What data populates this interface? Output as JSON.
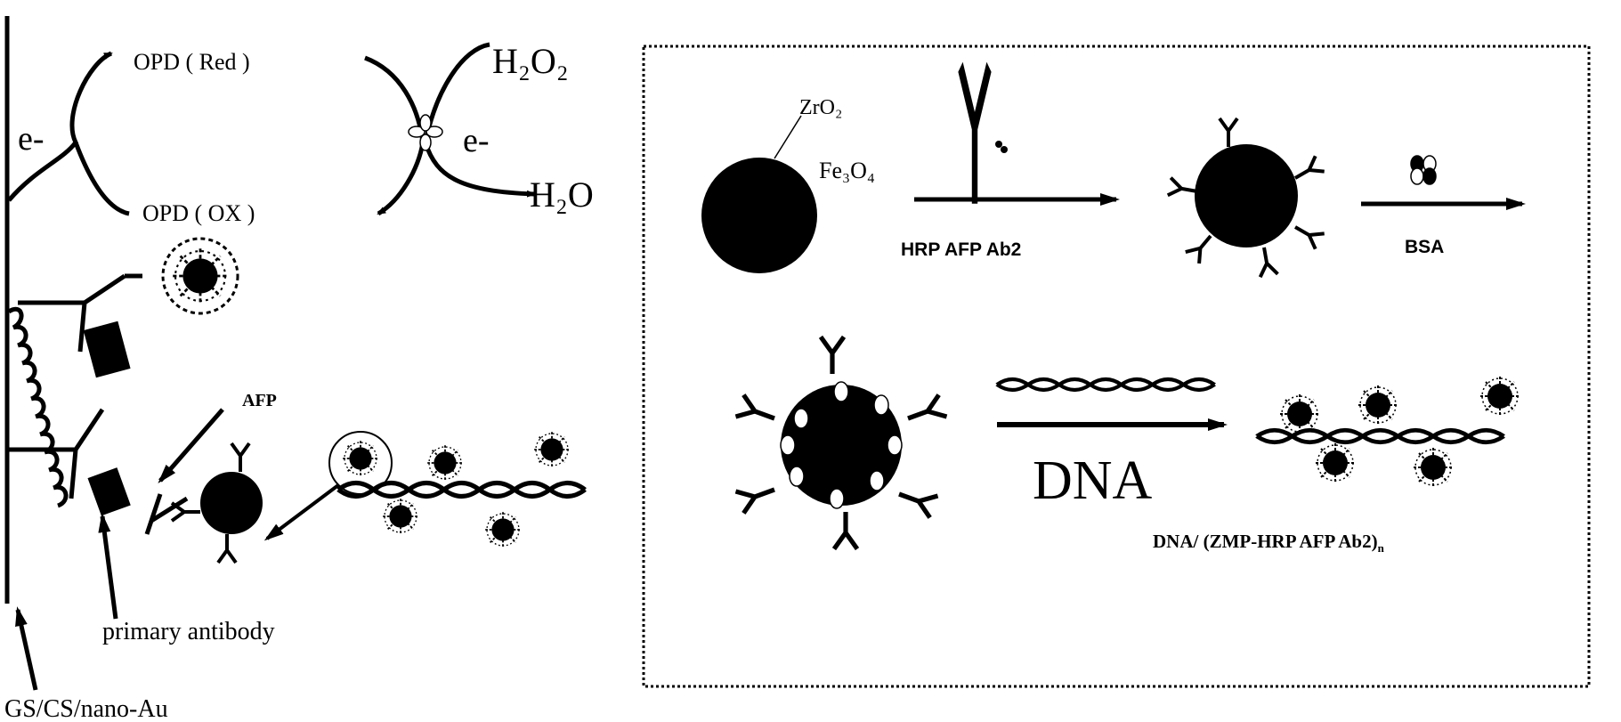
{
  "cycle": {
    "opd_red": "OPD ( Red )",
    "opd_ox": "OPD ( OX )",
    "h2o2": "H₂O₂",
    "h2o": "H₂O",
    "electron_left": "e-",
    "electron_right": "e-"
  },
  "electrode": {
    "afp_label": "AFP",
    "primary_antibody_label": "primary antibody",
    "electrode_label": "GS/CS/nano-Au"
  },
  "preparation": {
    "zro2_label": "ZrO₂",
    "fe3o4_label": "Fe₃O₄",
    "step1_label": "HRP AFP Ab2",
    "step2_label": "BSA",
    "step3_label": "DNA",
    "product_label": "DNA/ (ZMP-HRP AFP Ab2)",
    "product_subscript": "n"
  },
  "colors": {
    "ink": "#000000",
    "background": "#ffffff"
  }
}
